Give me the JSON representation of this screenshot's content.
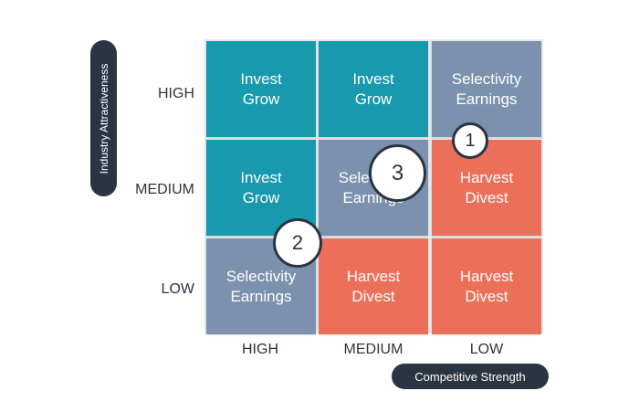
{
  "axes": {
    "y_label": "Industry Attractiveness",
    "x_label": "Competitive Strength"
  },
  "rows": [
    "HIGH",
    "MEDIUM",
    "LOW"
  ],
  "columns": [
    "HIGH",
    "MEDIUM",
    "LOW"
  ],
  "cells": [
    [
      {
        "line1": "Invest",
        "line2": "Grow"
      },
      {
        "line1": "Invest",
        "line2": "Grow"
      },
      {
        "line1": "Selectivity",
        "line2": "Earnings"
      }
    ],
    [
      {
        "line1": "Invest",
        "line2": "Grow"
      },
      {
        "line1": "Selectivity",
        "line2": "Earnings"
      },
      {
        "line1": "Harvest",
        "line2": "Divest"
      }
    ],
    [
      {
        "line1": "Selectivity",
        "line2": "Earnings"
      },
      {
        "line1": "Harvest",
        "line2": "Divest"
      },
      {
        "line1": "Harvest",
        "line2": "Divest"
      }
    ]
  ],
  "markers": [
    {
      "label": "1"
    },
    {
      "label": "2"
    },
    {
      "label": "3"
    }
  ],
  "colors": {
    "invest_grow": "#1899ad",
    "selectivity_earnings": "#7c91ad",
    "harvest_divest": "#ec7059",
    "dark": "#2b3441"
  }
}
